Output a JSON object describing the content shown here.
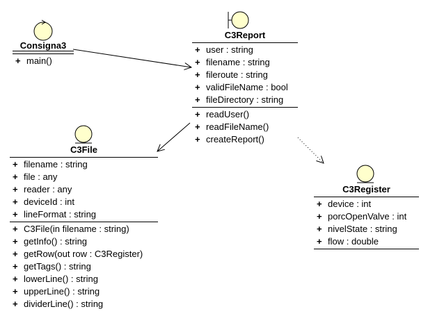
{
  "diagram": {
    "classes": [
      {
        "id": "consigna3",
        "stereotype_icon": "control-icon",
        "name": "Consigna3",
        "attributes": [],
        "operations": [
          {
            "vis": "+",
            "text": "main()"
          }
        ]
      },
      {
        "id": "c3report",
        "stereotype_icon": "boundary-icon",
        "name": "C3Report",
        "attributes": [
          {
            "vis": "+",
            "text": "user : string"
          },
          {
            "vis": "+",
            "text": "filename : string"
          },
          {
            "vis": "+",
            "text": "fileroute : string"
          },
          {
            "vis": "+",
            "text": "validFileName : bool"
          },
          {
            "vis": "+",
            "text": "fileDirectory : string"
          }
        ],
        "operations": [
          {
            "vis": "+",
            "text": "readUser()"
          },
          {
            "vis": "+",
            "text": "readFileName()"
          },
          {
            "vis": "+",
            "text": "createReport()"
          }
        ]
      },
      {
        "id": "c3file",
        "stereotype_icon": "entity-icon",
        "name": "C3File",
        "attributes": [
          {
            "vis": "+",
            "text": "filename : string"
          },
          {
            "vis": "+",
            "text": "file : any"
          },
          {
            "vis": "+",
            "text": "reader : any"
          },
          {
            "vis": "+",
            "text": "deviceId : int"
          },
          {
            "vis": "+",
            "text": "lineFormat : string"
          }
        ],
        "operations": [
          {
            "vis": "+",
            "text": "C3File(in filename : string)"
          },
          {
            "vis": "+",
            "text": "getInfo() : string"
          },
          {
            "vis": "+",
            "text": "getRow(out row : C3Register)"
          },
          {
            "vis": "+",
            "text": "getTags() : string"
          },
          {
            "vis": "+",
            "text": "lowerLine() : string"
          },
          {
            "vis": "+",
            "text": "upperLine() : string"
          },
          {
            "vis": "+",
            "text": "dividerLine() : string"
          }
        ]
      },
      {
        "id": "c3register",
        "stereotype_icon": "entity-icon",
        "name": "C3Register",
        "attributes": [
          {
            "vis": "+",
            "text": "device : int"
          },
          {
            "vis": "+",
            "text": "porcOpenValve : int"
          },
          {
            "vis": "+",
            "text": "nivelState : string"
          },
          {
            "vis": "+",
            "text": "flow : double"
          }
        ],
        "operations": []
      }
    ],
    "relations": [
      {
        "from": "consigna3",
        "to": "c3report",
        "kind": "association-arrow"
      },
      {
        "from": "c3report",
        "to": "c3file",
        "kind": "association-arrow"
      },
      {
        "from": "c3report",
        "to": "c3register",
        "kind": "dependency-dotted-arrow"
      }
    ],
    "colors": {
      "icon_fill": "#ffffcc",
      "line": "#000000"
    }
  }
}
